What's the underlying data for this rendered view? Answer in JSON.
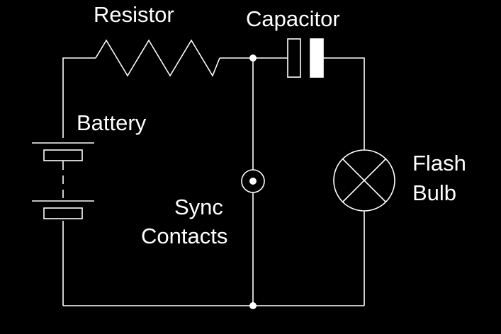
{
  "diagram": {
    "labels": {
      "resistor": "Resistor",
      "capacitor": "Capacitor",
      "battery": "Battery",
      "sync_line1": "Sync",
      "sync_line2": "Contacts",
      "flash_line1": "Flash",
      "flash_line2": "Bulb"
    },
    "colors": {
      "background": "#000000",
      "wire": "#ffffff"
    }
  }
}
